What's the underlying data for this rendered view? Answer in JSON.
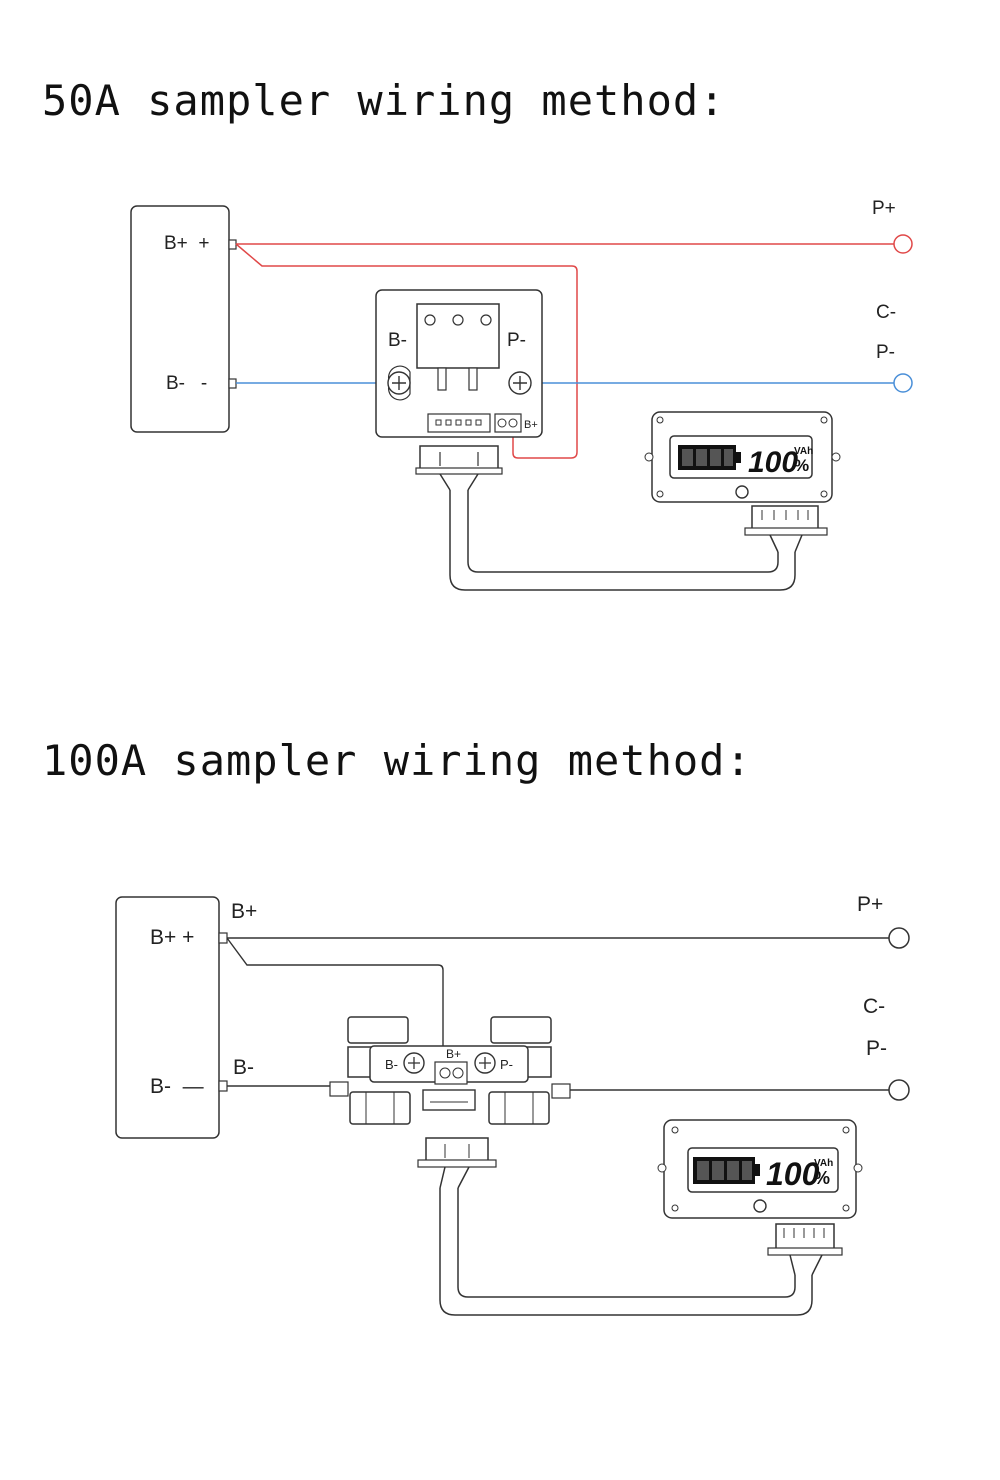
{
  "section_50a": {
    "title": "50A sampler wiring method:",
    "battery": {
      "pos_label": "B+  +",
      "neg_label": "B-   -"
    },
    "sampler": {
      "left_label": "B-",
      "right_label": "P-",
      "bplus_label": "B+"
    },
    "outputs": {
      "p_plus": "P+",
      "c_minus": "C-",
      "p_minus": "P-"
    },
    "meter": {
      "percent": "100",
      "unit_top": "VAh",
      "unit_bottom": "%"
    },
    "colors": {
      "positive_wire": "#e04848",
      "negative_wire": "#4a8fd8"
    }
  },
  "section_100a": {
    "title": "100A sampler wiring method:",
    "battery": {
      "pos_label": "B+ +",
      "neg_label": "B-  —",
      "terminal_pos": "B+",
      "terminal_neg": "B-"
    },
    "sampler": {
      "left_label": "B-",
      "right_label": "P-",
      "bplus_label": "B+"
    },
    "outputs": {
      "p_plus": "P+",
      "c_minus": "C-",
      "p_minus": "P-"
    },
    "meter": {
      "percent": "100",
      "unit_top": "VAh",
      "unit_bottom": "%"
    }
  }
}
